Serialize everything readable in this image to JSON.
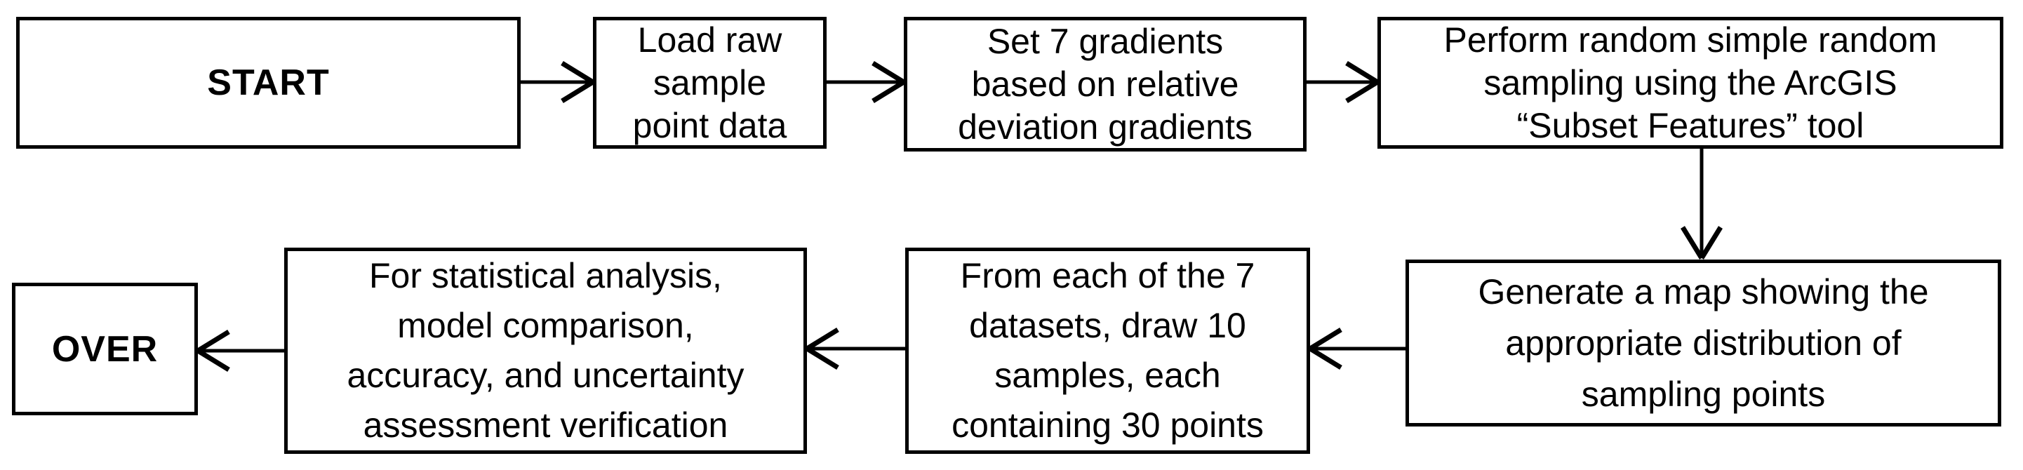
{
  "diagram": {
    "type": "flowchart",
    "colors": {
      "box_border": "#000000",
      "text": "#000000",
      "background": "#ffffff",
      "arrow": "#000000"
    },
    "nodes": {
      "start": {
        "label": "START",
        "shape": "rectangle",
        "role": "terminal-start"
      },
      "load": {
        "label": "Load raw\nsample\npoint data",
        "shape": "rectangle",
        "role": "process"
      },
      "gradients": {
        "label": "Set 7 gradients\nbased on relative\ndeviation gradients",
        "shape": "rectangle",
        "role": "process"
      },
      "sampling": {
        "label": "Perform random simple random\nsampling using the ArcGIS\n“Subset Features” tool",
        "shape": "rectangle",
        "role": "process"
      },
      "map": {
        "label": "Generate a map showing the\nappropriate distribution of\nsampling points",
        "shape": "rectangle",
        "role": "process"
      },
      "draw": {
        "label": "From each of the 7\ndatasets, draw 10\nsamples, each\ncontaining 30 points",
        "shape": "rectangle",
        "role": "process"
      },
      "stats": {
        "label": "For statistical analysis,\nmodel comparison,\naccuracy, and uncertainty\nassessment verification",
        "shape": "rectangle",
        "role": "process"
      },
      "over": {
        "label": "OVER",
        "shape": "rectangle",
        "role": "terminal-end"
      }
    },
    "edges": [
      {
        "from": "start",
        "to": "load",
        "direction": "right"
      },
      {
        "from": "load",
        "to": "gradients",
        "direction": "right"
      },
      {
        "from": "gradients",
        "to": "sampling",
        "direction": "right"
      },
      {
        "from": "sampling",
        "to": "map",
        "direction": "down"
      },
      {
        "from": "map",
        "to": "draw",
        "direction": "left"
      },
      {
        "from": "draw",
        "to": "stats",
        "direction": "left"
      },
      {
        "from": "stats",
        "to": "over",
        "direction": "left"
      }
    ]
  }
}
